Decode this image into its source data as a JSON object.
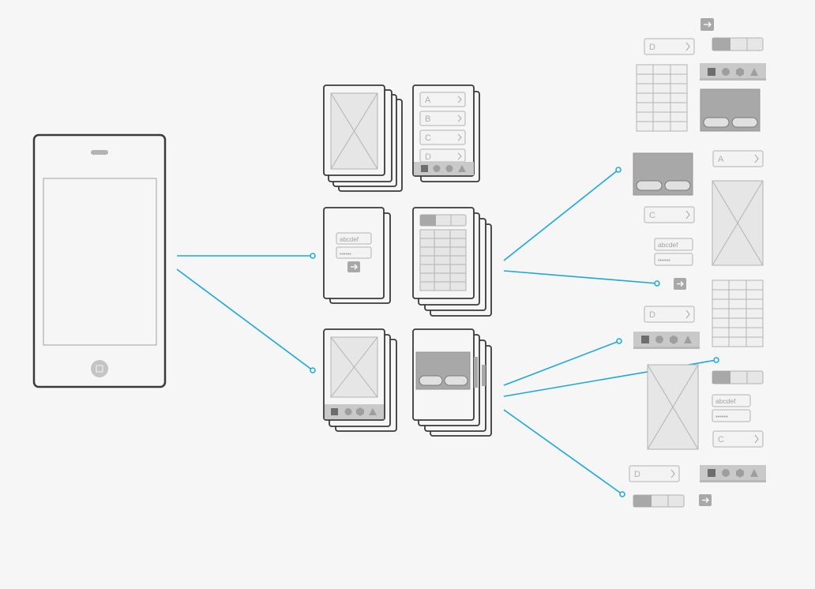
{
  "colors": {
    "background": "#f6f6f6",
    "connector": "#1aa7d9",
    "stroke_dark": "#3a3a3a",
    "stroke_light": "#b3b3b3",
    "fill_gray": "#a8a8a8",
    "fill_light": "#e6e6e6",
    "text_gray": "#b0b0b0"
  },
  "labels": {
    "a": "A",
    "b": "B",
    "c": "C",
    "d": "D",
    "username": "abcdef",
    "password": "••••••"
  },
  "icons": [
    "phone-home-icon",
    "arrow-right-icon",
    "tab-bar-icons",
    "chevron-right-icon",
    "placeholder-image-icon"
  ]
}
